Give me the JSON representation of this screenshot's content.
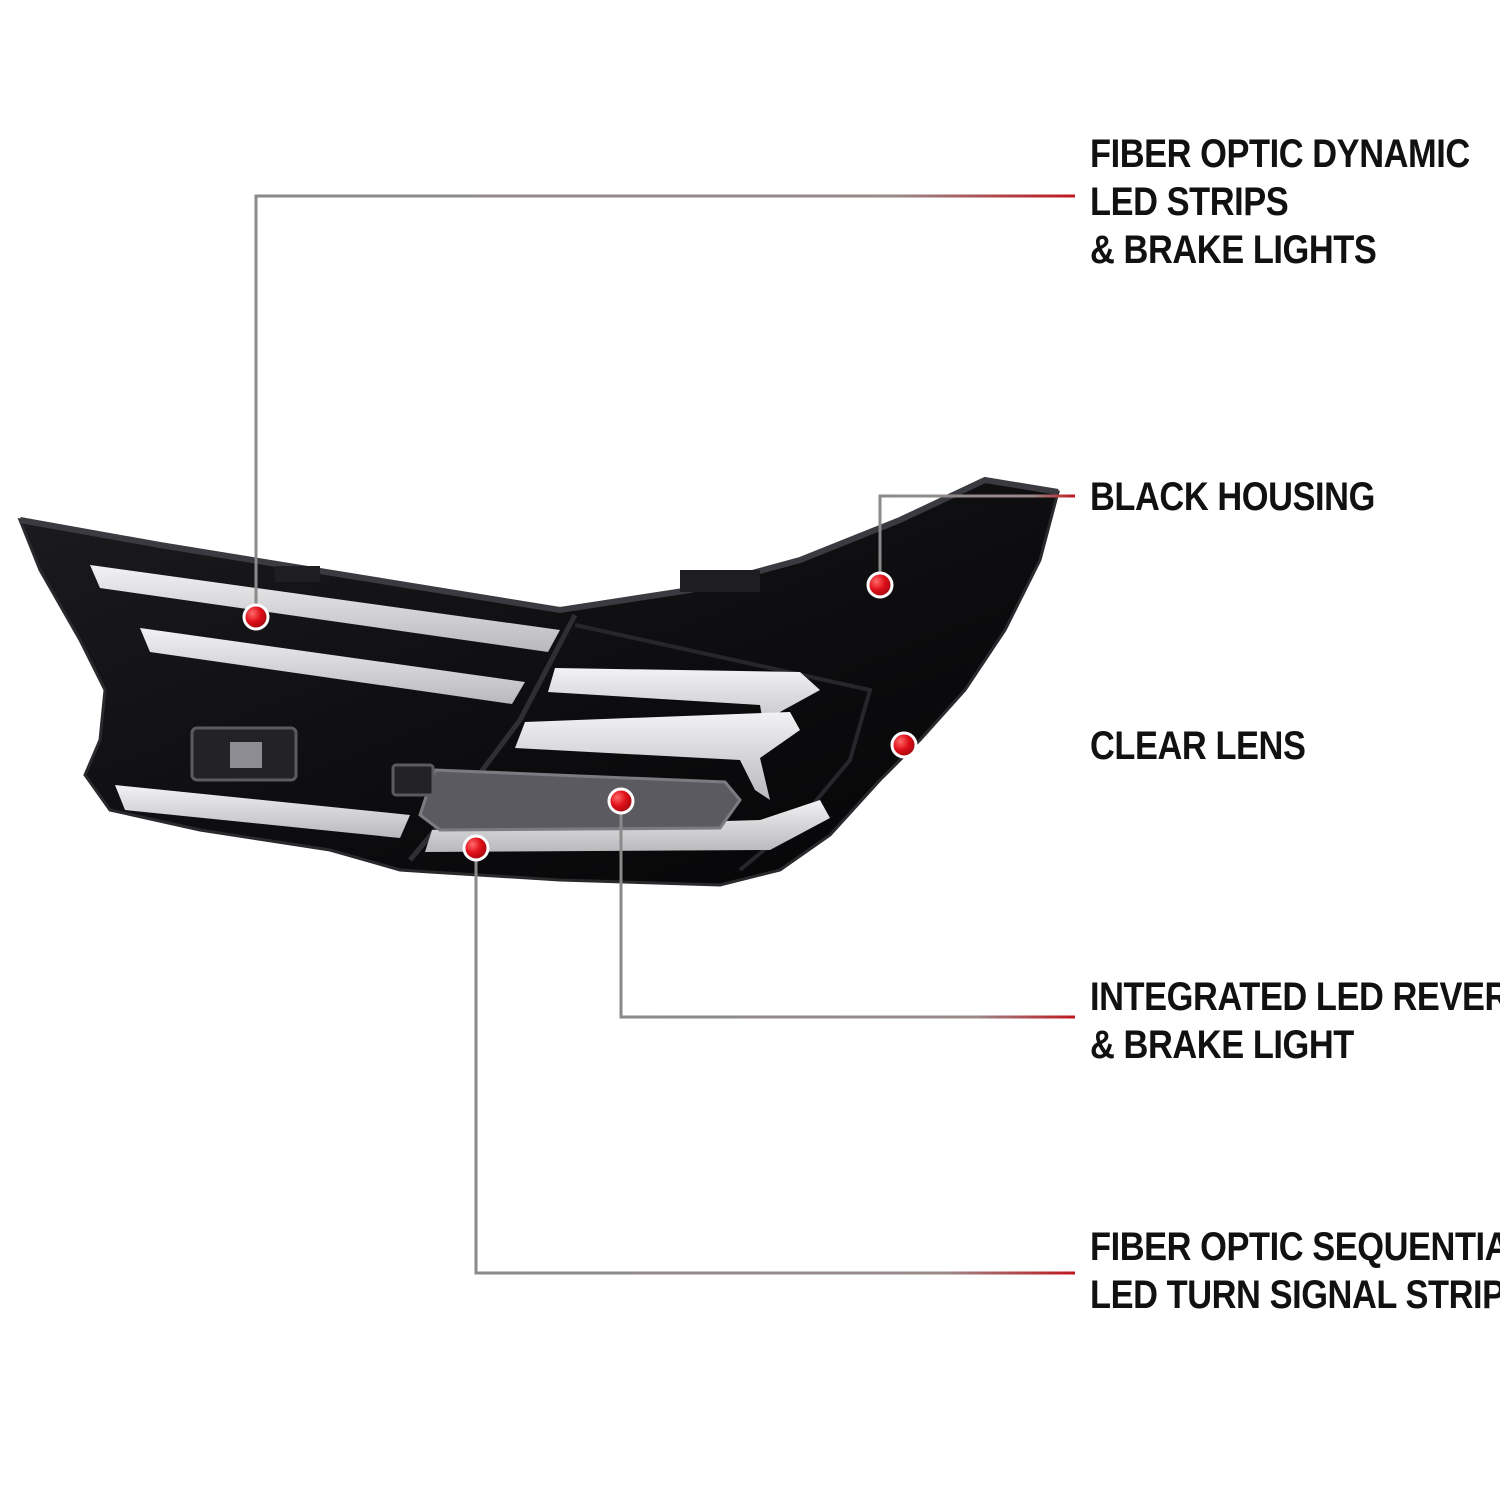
{
  "colors": {
    "background": "#ffffff",
    "leader_line": "#8a8a8a",
    "leader_accent": "#c0161d",
    "marker": "#e0101a",
    "housing": "#0e0e10",
    "light_strip": "#d9d9dc",
    "label_text": "#111111"
  },
  "product": {
    "depiction": "black-housing-clear-lens-tail-light-icon"
  },
  "callouts": [
    {
      "id": "fiber-optic-dynamic",
      "lines": [
        "FIBER OPTIC DYNAMIC",
        "LED STRIPS",
        "& BRAKE LIGHTS"
      ]
    },
    {
      "id": "black-housing",
      "lines": [
        "BLACK HOUSING"
      ]
    },
    {
      "id": "clear-lens",
      "lines": [
        "CLEAR LENS"
      ]
    },
    {
      "id": "integrated-led-reverse",
      "lines": [
        "INTEGRATED LED REVERSE",
        "& BRAKE LIGHT"
      ]
    },
    {
      "id": "fiber-optic-sequential",
      "lines": [
        "FIBER OPTIC SEQUENTIAL",
        "LED TURN SIGNAL STRIPS"
      ]
    }
  ]
}
